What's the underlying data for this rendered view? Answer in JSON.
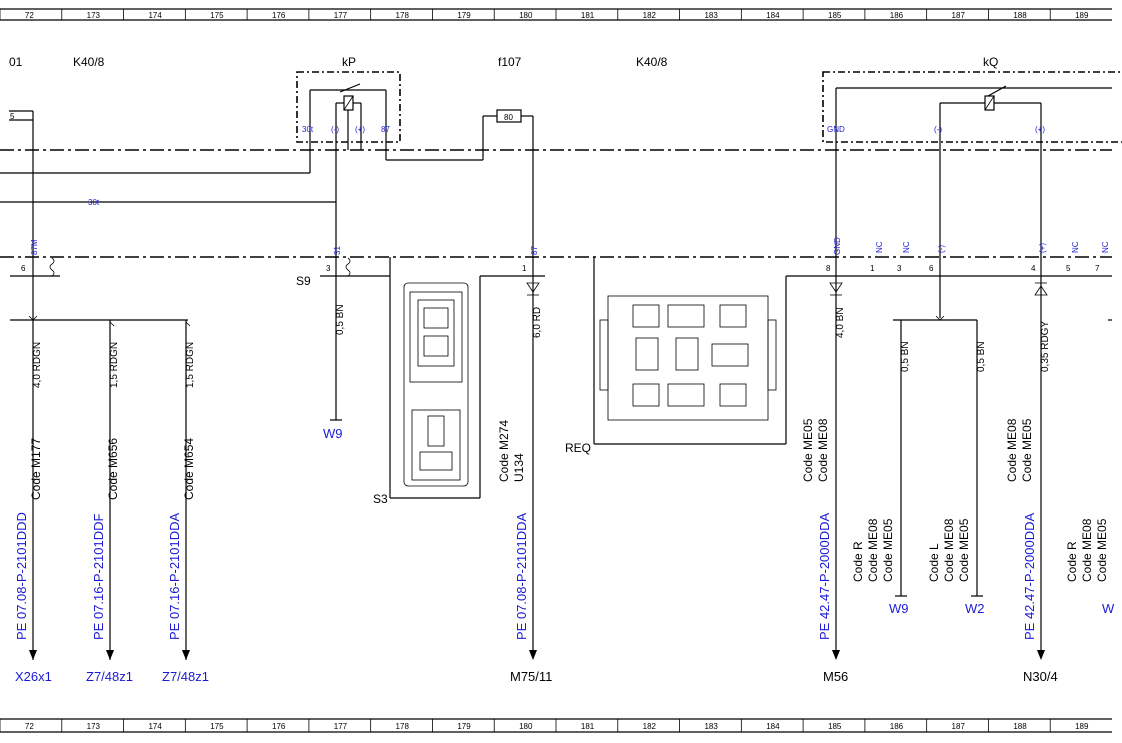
{
  "ruler_top": [
    "72",
    "173",
    "174",
    "175",
    "176",
    "177",
    "178",
    "179",
    "180",
    "181",
    "182",
    "183",
    "184",
    "185",
    "186",
    "187",
    "188",
    "189"
  ],
  "ruler_bottom": [
    "72",
    "173",
    "174",
    "175",
    "176",
    "177",
    "178",
    "179",
    "180",
    "181",
    "182",
    "183",
    "184",
    "185",
    "186",
    "187",
    "188",
    "189"
  ],
  "headers": {
    "h01": "01",
    "k40_left": "K40/8",
    "kp": "kP",
    "f107": "f107",
    "k40_mid": "K40/8",
    "kq": "kQ"
  },
  "relay_kp": {
    "p30t": "30t",
    "pminus": "(-)",
    "pplus": "(+)",
    "p87": "87"
  },
  "fuse": {
    "rating": "80"
  },
  "left_box": {
    "num": "5"
  },
  "relay_kq": {
    "gnd": "GND",
    "minus": "(-)",
    "plus": "(+)"
  },
  "wire_30t": "30t",
  "bus_pins": {
    "p87m": "87M",
    "p31": "31",
    "p87": "87",
    "gnd": "GND",
    "nc1": "NC",
    "nc2": "NC",
    "minus": "(-)",
    "plus": "(+)",
    "nc3": "NC",
    "nc4": "NC"
  },
  "pin_nums": {
    "n6a": "6",
    "n3": "3",
    "n1": "1",
    "n8": "8",
    "n1b": "1",
    "n3b": "3",
    "n6b": "6",
    "n4": "4",
    "n5": "5",
    "n7": "7"
  },
  "labels": {
    "s9": "S9",
    "s3": "S3",
    "req": "REQ",
    "w9a": "W9"
  },
  "wires": {
    "w1": "4,0 RDGN",
    "w2": "1,5 RDGN",
    "w3": "1,5 RDGN",
    "w4": "0,5 BN",
    "w5": "6,0 RD",
    "w6": "4,0 BN",
    "w7": "0,5 BN",
    "w8": "0,5 BN",
    "w9": "0,35 RDGY"
  },
  "codes": {
    "c1": "Code M177",
    "c2": "Code M656",
    "c3": "Code M654",
    "c4a": "Code M274",
    "c4b": "U134",
    "c5a": "Code ME05",
    "c5b": "Code ME08",
    "c6a": "Code R",
    "c6b": "Code ME08",
    "c6c": "Code ME05",
    "c7a": "Code L",
    "c7b": "Code ME08",
    "c7c": "Code ME05",
    "c8a": "Code ME08",
    "c8b": "Code ME05",
    "c9a": "Code R",
    "c9b": "Code ME08",
    "c9c": "Code ME05"
  },
  "refs": {
    "r1": "PE 07.08-P-2101DDD",
    "r2": "PE 07.16-P-2101DDF",
    "r3": "PE 07.16-P-2101DDA",
    "r4": "PE 07.08-P-2101DDA",
    "r5": "PE 42.47-P-2000DDA",
    "r6": "PE 42.47-P-2000DDA"
  },
  "targets": {
    "t1": "X26x1",
    "t2": "Z7/48z1",
    "t3": "Z7/48z1",
    "t4": "M75/11",
    "t5": "M56",
    "t6": "N30/4",
    "t7": "W9",
    "t8": "W2",
    "t9": "W"
  }
}
